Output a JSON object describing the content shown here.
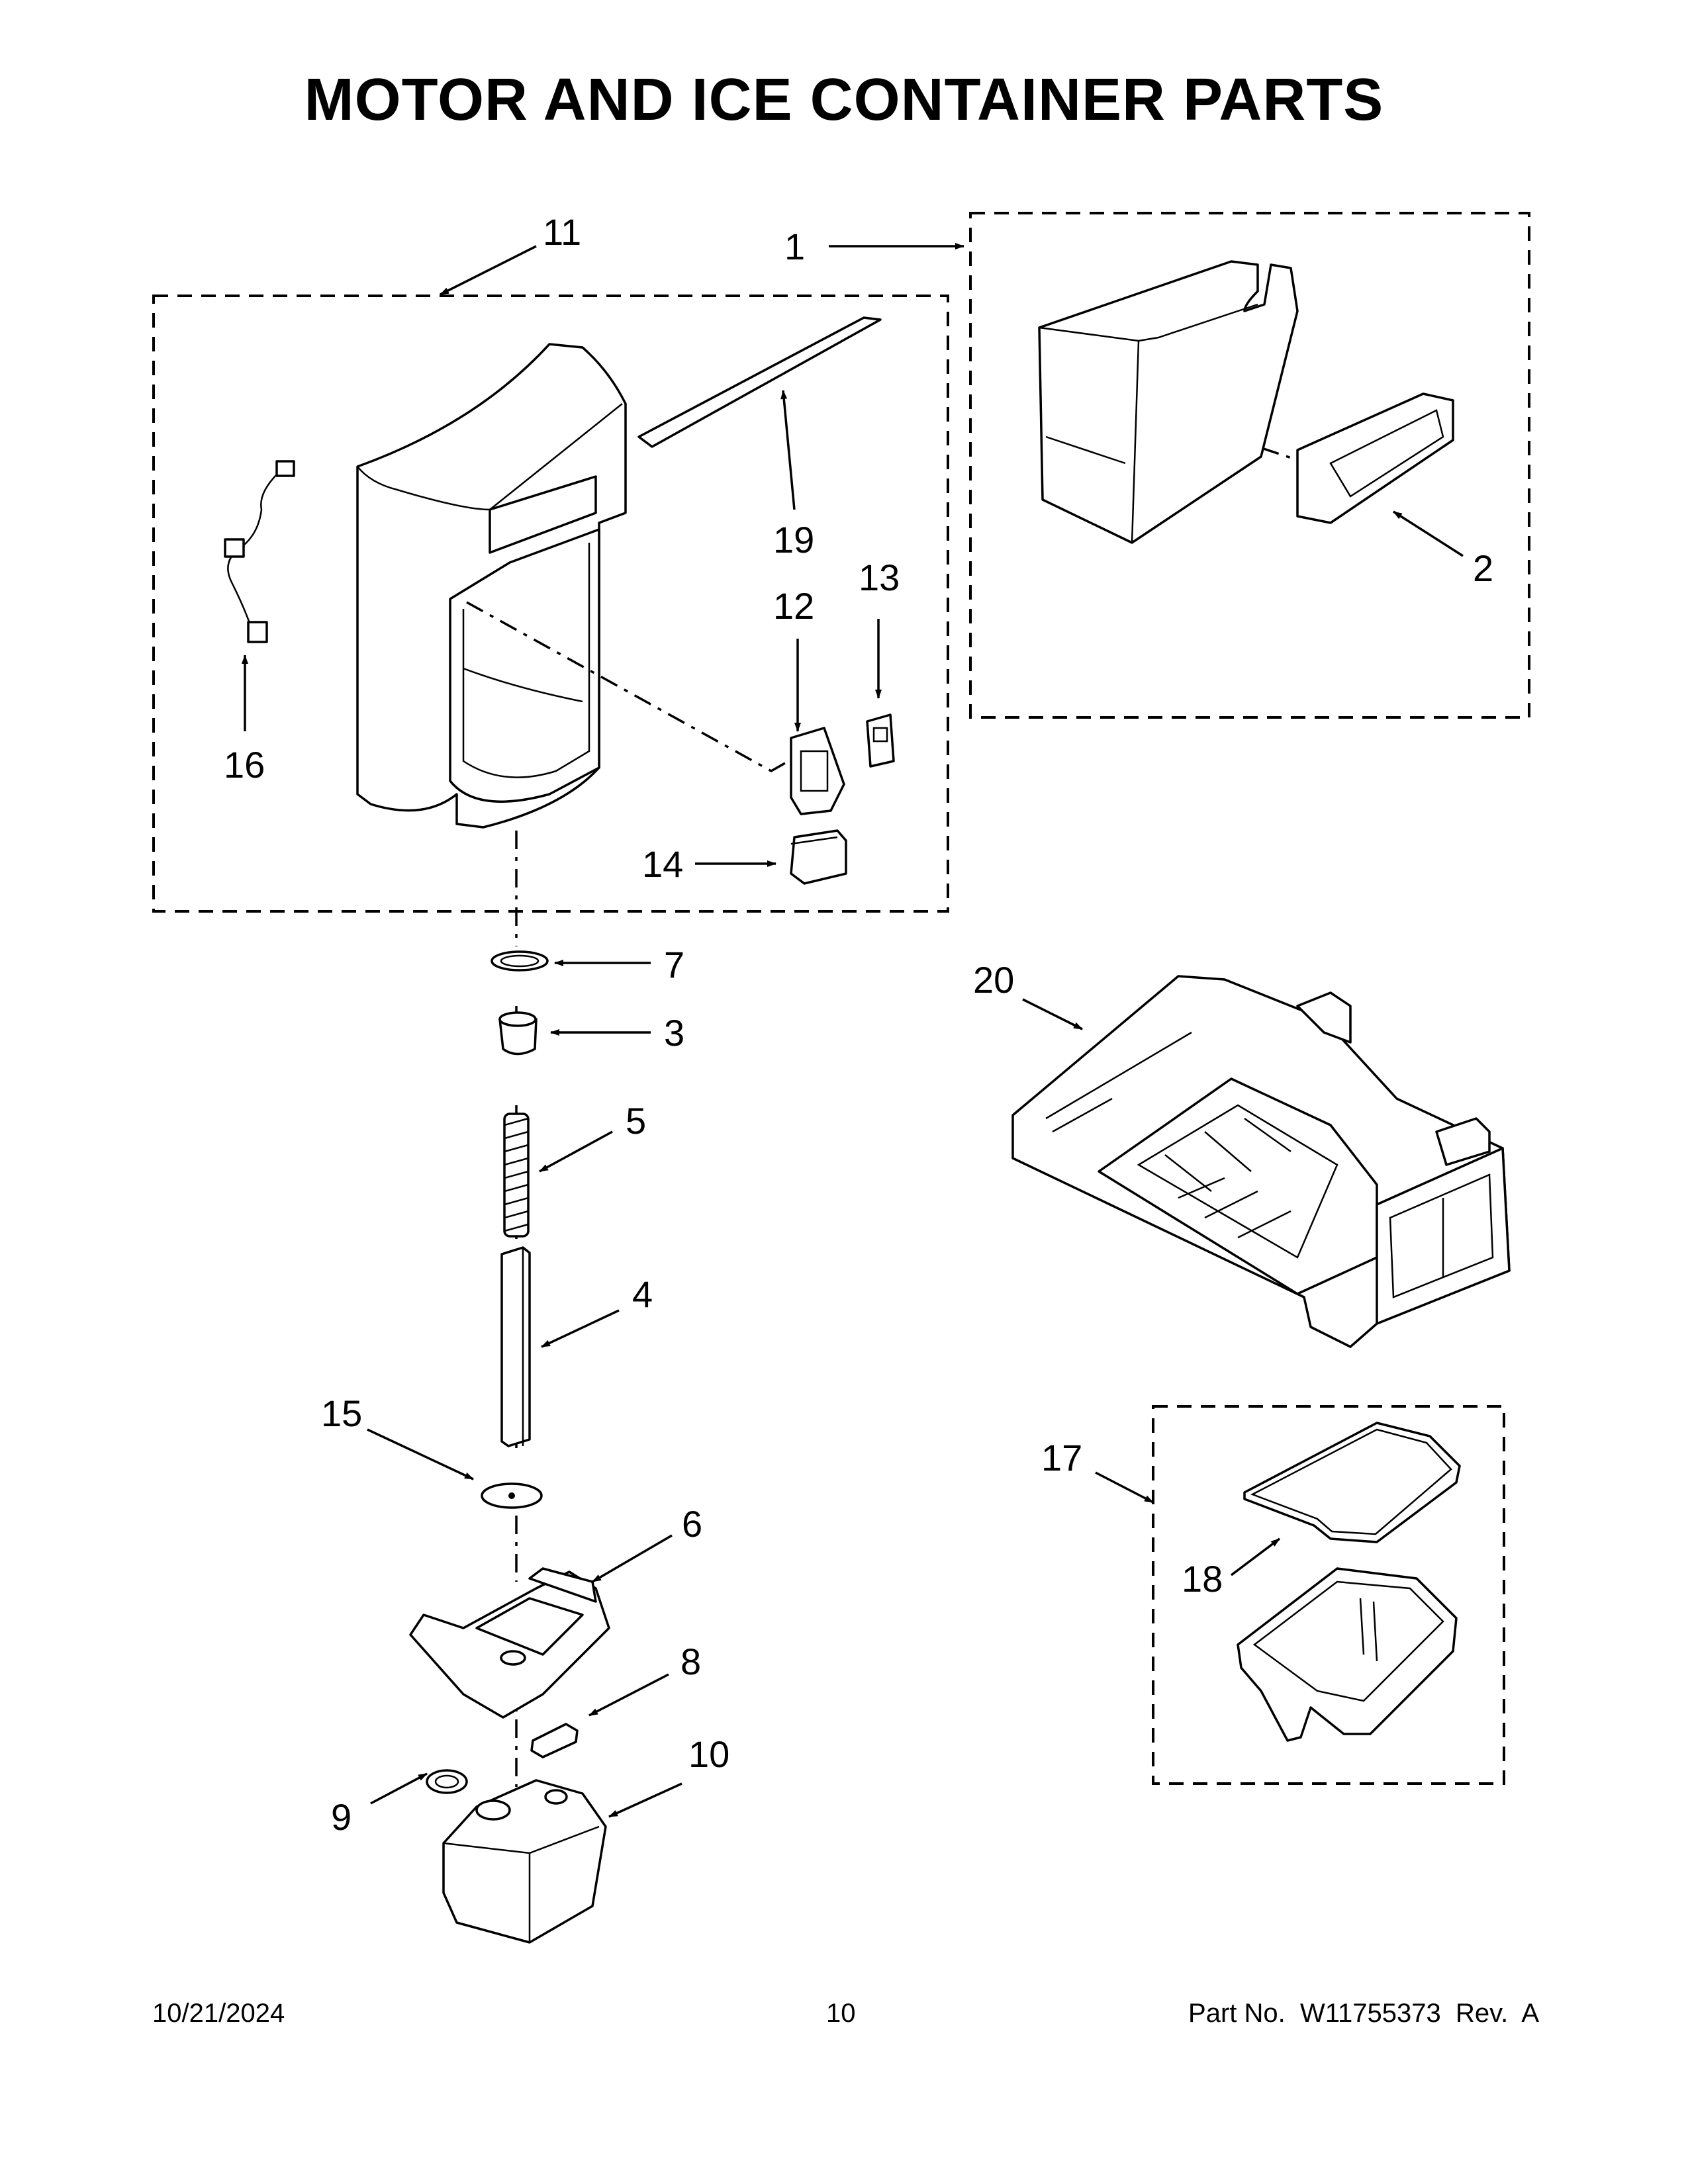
{
  "title": "MOTOR AND ICE CONTAINER PARTS",
  "callouts": [
    "1",
    "2",
    "3",
    "4",
    "5",
    "6",
    "7",
    "8",
    "9",
    "10",
    "11",
    "12",
    "13",
    "14",
    "15",
    "16",
    "17",
    "18",
    "19",
    "20"
  ],
  "footer": {
    "date": "10/21/2024",
    "page": "10",
    "part_label": "Part No.",
    "part_no": "W11755373",
    "rev_label": "Rev.",
    "rev": "A"
  }
}
